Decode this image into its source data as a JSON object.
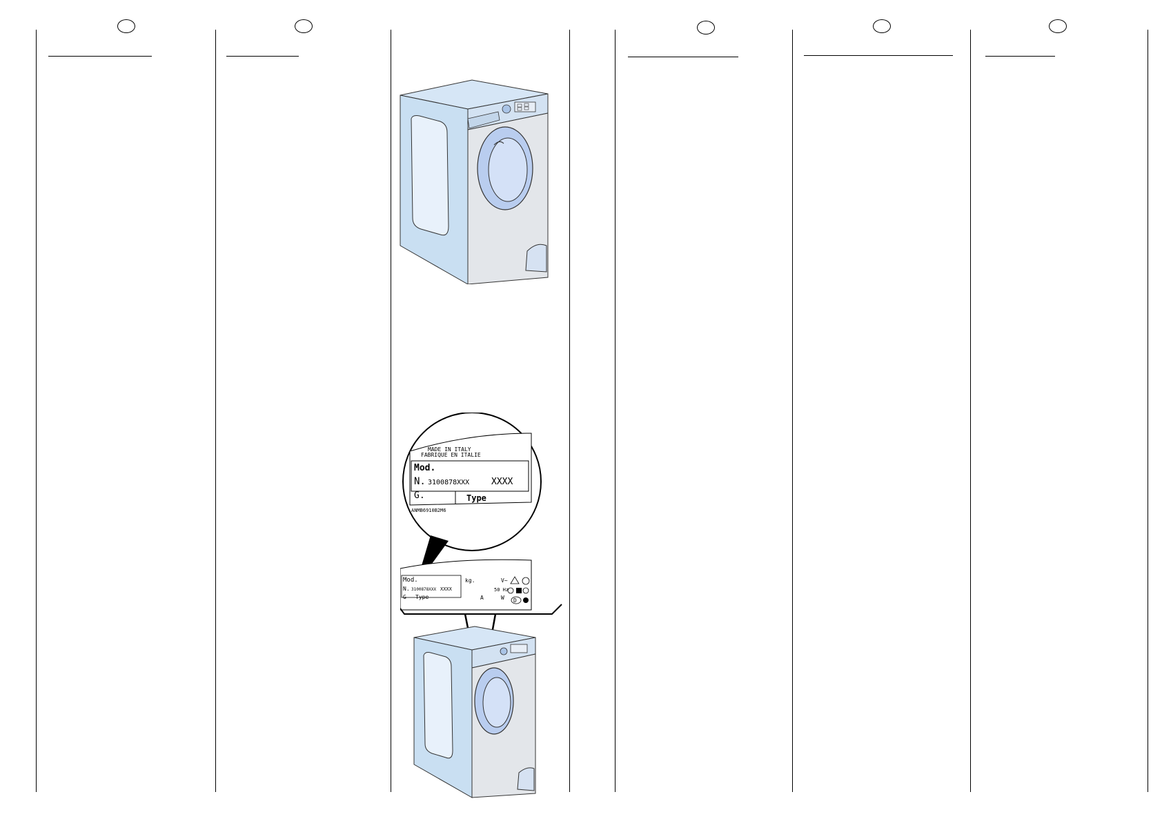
{
  "plate_magnified": {
    "made_in_line1": "MADE IN ITALY",
    "made_in_line2": "FABRIQUE EN ITALIE",
    "mod_label": "Mod.",
    "serial_label": "N.",
    "serial_value": "3100878XXX",
    "serial_suffix": "XXXX",
    "g_label": "G.",
    "type_label": "Type",
    "code": "ANMB6910B2M6"
  },
  "plate_small": {
    "mod_label": "Mod.",
    "serial_label": "N.",
    "serial_value": "3100878XXX",
    "serial_suffix": "XXXX",
    "g_label": "G",
    "type_label": "Type",
    "kg_label": "kg.",
    "voltage_label": "V~",
    "freq_label": "50 Hz",
    "amp_label": "A",
    "watt_label": "W",
    "d_mark": "D"
  },
  "colors": {
    "washer_body": "#c9dff2",
    "washer_front": "#e3e6ea",
    "washer_door": "#b9cdef"
  }
}
